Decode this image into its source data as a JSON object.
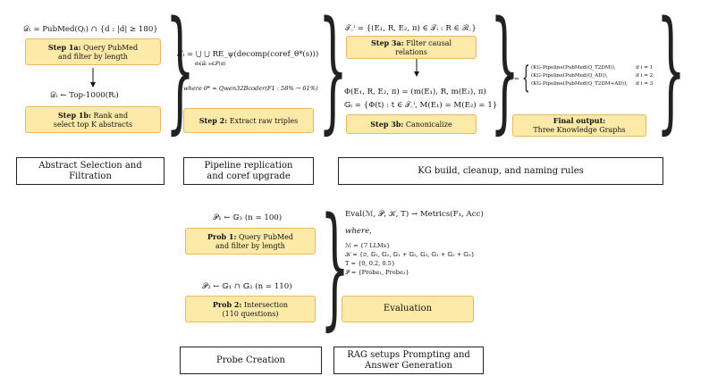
{
  "panel1": {
    "eq_top": "𝒟ᵢ = PubMed(Qᵢ) ∩ {d : |d| ≥ 180}",
    "step1a_bold": "Step 1a:",
    "step1a_rest": "Query PubMed",
    "step1a_line2": "and filter by length",
    "eq_mid": "𝒟ᵢ ← Top-1000(Rᵢ)",
    "step1b_bold": "Step 1b:",
    "step1b_rest": "Rank and",
    "step1b_line2": "select top K abstracts",
    "label": "Abstract Selection and Filtration"
  },
  "panel2": {
    "eq_main": "𝒯ᵢ = ⋃ ⋃ RE_ψ(decomp(coref_θ*(s)))",
    "eq_sub": "d∈𝒟ᵢ s∈𝒮(d)",
    "eq_where": "where θ* = Qwen32Bcoder(F1 : 58% → 61%)",
    "step2_bold": "Step 2:",
    "step2_rest": "Extract raw triples",
    "label_line1": "Pipeline replication",
    "label_line2": "and coref upgrade"
  },
  "panel3": {
    "eq_top": "𝒯꜀ⁱ = {(E₁, R, E₂, π) ∈ 𝒯ᵢ : R ∈ ℛ꜀}",
    "step3a_bold": "Step 3a:",
    "step3a_rest": "Filter causal",
    "step3a_line2": "relations",
    "eq_phi": "Φ(E₁, R, E₂, π) = (m(E₁), R, m(E₂), π)",
    "eq_g": "𝔾ᵢ = {Φ(t) : t ∈ 𝒯꜀ⁱ, M(E₁) = M(E₂) = 1}",
    "step3b_bold": "Step 3b:",
    "step3b_rest": "Canonicalize",
    "label": "KG build, cleanup, and naming rules"
  },
  "panel4": {
    "g_lhs": "𝔾ᵢ =",
    "cases": [
      {
        "expr": "(KG-Pipeline(PubMed(Q_T2DM)),",
        "cond": "if i = 1"
      },
      {
        "expr": "(KG-Pipeline(PubMed(Q_AD)),",
        "cond": "if i = 2"
      },
      {
        "expr": "(KG-Pipeline(PubMed(Q_T2DM+AD)),",
        "cond": "if i = 3"
      }
    ],
    "final_bold": "Final output:",
    "final_rest": "Three Knowledge Graphs"
  },
  "panel5": {
    "eq_p1": "𝒫₁ ← 𝔾₃    (n = 100)",
    "prob1_bold": "Prob 1:",
    "prob1_rest": "Query PubMed",
    "prob1_line2": "and filter by length",
    "eq_p2": "𝒫₂ ← 𝔾₁ ∩ 𝔾₂    (n = 110)",
    "prob2_bold": "Prob 2:",
    "prob2_rest": "Intersection",
    "prob2_line2": "(110 questions)",
    "label": "Probe Creation"
  },
  "panel6": {
    "eq_eval": "Eval(ℳ, 𝒫, 𝒦, T) → Metrics(F₁, Acc)",
    "where": "where,",
    "defs": [
      "ℳ = {7 LLMs}",
      "𝒦 = {∅, 𝔾₁, 𝔾₂, 𝔾₁ + 𝔾₂, 𝔾₃, 𝔾₁ + 𝔾₂ + 𝔾₃}",
      "T = {0, 0.2, 0.5}",
      "𝒫 = {Probe₁, Probe₂}"
    ],
    "eval_box": "Evaluation",
    "label_line1": "RAG setups Prompting and",
    "label_line2": "Answer Generation"
  }
}
